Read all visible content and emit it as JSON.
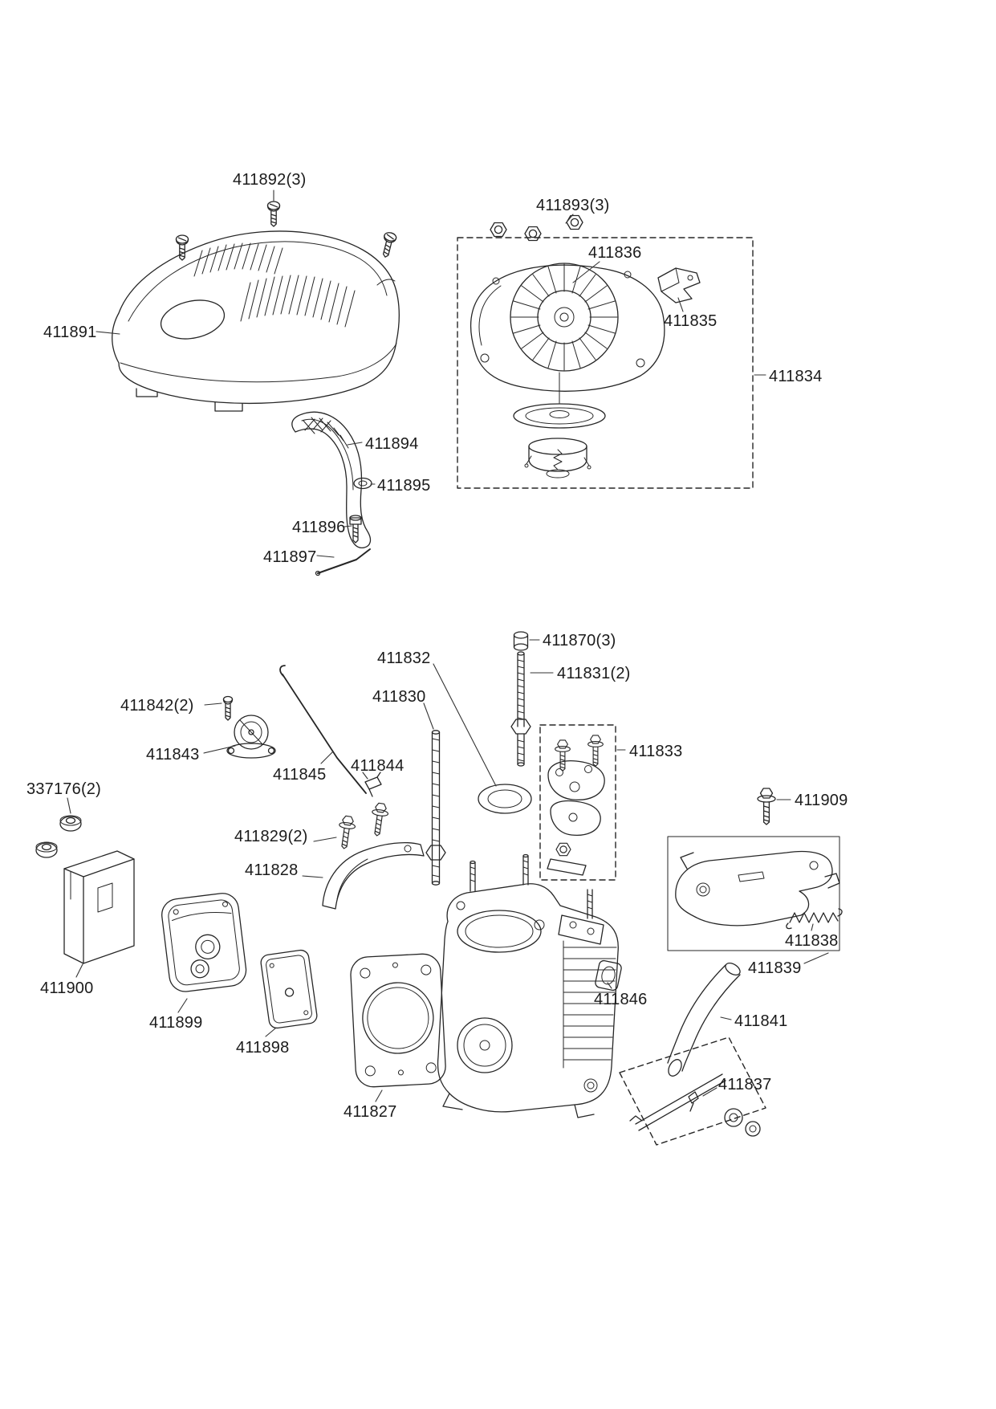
{
  "diagram": {
    "kind": "exploded-parts-diagram",
    "background_color": "#ffffff",
    "line_color": "#262626",
    "label_color": "#1b1b1b",
    "labels": [
      {
        "part": "411892",
        "qty": 3,
        "text": "411892(3)"
      },
      {
        "part": "411893",
        "qty": 3,
        "text": "411893(3)"
      },
      {
        "part": "411836",
        "qty": 1,
        "text": "411836"
      },
      {
        "part": "411835",
        "qty": 1,
        "text": "411835"
      },
      {
        "part": "411891",
        "qty": 1,
        "text": "411891"
      },
      {
        "part": "411834",
        "qty": 1,
        "text": "411834"
      },
      {
        "part": "411894",
        "qty": 1,
        "text": "411894"
      },
      {
        "part": "411895",
        "qty": 1,
        "text": "411895"
      },
      {
        "part": "411896",
        "qty": 1,
        "text": "411896"
      },
      {
        "part": "411897",
        "qty": 1,
        "text": "411897"
      },
      {
        "part": "411870",
        "qty": 3,
        "text": "411870(3)"
      },
      {
        "part": "411831",
        "qty": 2,
        "text": "411831(2)"
      },
      {
        "part": "411832",
        "qty": 1,
        "text": "411832"
      },
      {
        "part": "411830",
        "qty": 1,
        "text": "411830"
      },
      {
        "part": "411842",
        "qty": 2,
        "text": "411842(2)"
      },
      {
        "part": "411843",
        "qty": 1,
        "text": "411843"
      },
      {
        "part": "411845",
        "qty": 1,
        "text": "411845"
      },
      {
        "part": "411844",
        "qty": 1,
        "text": "411844"
      },
      {
        "part": "411833",
        "qty": 1,
        "text": "411833"
      },
      {
        "part": "411909",
        "qty": 1,
        "text": "411909"
      },
      {
        "part": "337176",
        "qty": 2,
        "text": "337176(2)"
      },
      {
        "part": "411829",
        "qty": 2,
        "text": "411829(2)"
      },
      {
        "part": "411828",
        "qty": 1,
        "text": "411828"
      },
      {
        "part": "411838",
        "qty": 1,
        "text": "411838"
      },
      {
        "part": "411839",
        "qty": 1,
        "text": "411839"
      },
      {
        "part": "411900",
        "qty": 1,
        "text": "411900"
      },
      {
        "part": "411846",
        "qty": 1,
        "text": "411846"
      },
      {
        "part": "411841",
        "qty": 1,
        "text": "411841"
      },
      {
        "part": "411899",
        "qty": 1,
        "text": "411899"
      },
      {
        "part": "411898",
        "qty": 1,
        "text": "411898"
      },
      {
        "part": "411837",
        "qty": 1,
        "text": "411837"
      },
      {
        "part": "411827",
        "qty": 1,
        "text": "411827"
      }
    ]
  }
}
